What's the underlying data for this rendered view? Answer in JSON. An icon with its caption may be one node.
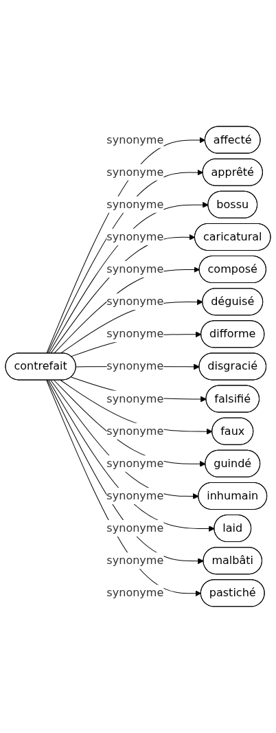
{
  "diagram": {
    "nodes": [
      {
        "text": [
          "contrefait"
        ]
      },
      {
        "text": [
          "affecté"
        ]
      },
      {
        "text": [
          "apprêté"
        ]
      },
      {
        "text": [
          "bossu"
        ]
      },
      {
        "text": [
          "caricatural"
        ]
      },
      {
        "text": [
          "composé"
        ]
      },
      {
        "text": [
          "déguisé"
        ]
      },
      {
        "text": [
          "difforme"
        ]
      },
      {
        "text": [
          "disgracié"
        ]
      },
      {
        "text": [
          "falsifié"
        ]
      },
      {
        "text": [
          "faux"
        ]
      },
      {
        "text": [
          "guindé"
        ]
      },
      {
        "text": [
          "inhumain"
        ]
      },
      {
        "text": [
          "laid"
        ]
      },
      {
        "text": [
          "malbâti"
        ]
      },
      {
        "text": [
          "pastiché"
        ]
      }
    ],
    "edges": [
      {
        "from": 0,
        "to": 1,
        "arrow": "to",
        "label": "synonyme"
      },
      {
        "from": 0,
        "to": 2,
        "arrow": "to",
        "label": "synonyme"
      },
      {
        "from": 0,
        "to": 3,
        "arrow": "to",
        "label": "synonyme"
      },
      {
        "from": 0,
        "to": 4,
        "arrow": "to",
        "label": "synonyme"
      },
      {
        "from": 0,
        "to": 5,
        "arrow": "to",
        "label": "synonyme"
      },
      {
        "from": 0,
        "to": 6,
        "arrow": "to",
        "label": "synonyme"
      },
      {
        "from": 0,
        "to": 7,
        "arrow": "to",
        "label": "synonyme"
      },
      {
        "from": 0,
        "to": 8,
        "arrow": "to",
        "label": "synonyme"
      },
      {
        "from": 0,
        "to": 9,
        "arrow": "to",
        "label": "synonyme"
      },
      {
        "from": 0,
        "to": 10,
        "arrow": "to",
        "label": "synonyme"
      },
      {
        "from": 0,
        "to": 11,
        "arrow": "to",
        "label": "synonyme"
      },
      {
        "from": 0,
        "to": 12,
        "arrow": "to",
        "label": "synonyme"
      },
      {
        "from": 0,
        "to": 13,
        "arrow": "to",
        "label": "synonyme"
      },
      {
        "from": 0,
        "to": 14,
        "arrow": "to",
        "label": "synonyme"
      },
      {
        "from": 0,
        "to": 15,
        "arrow": "to",
        "label": "synonyme"
      }
    ]
  }
}
